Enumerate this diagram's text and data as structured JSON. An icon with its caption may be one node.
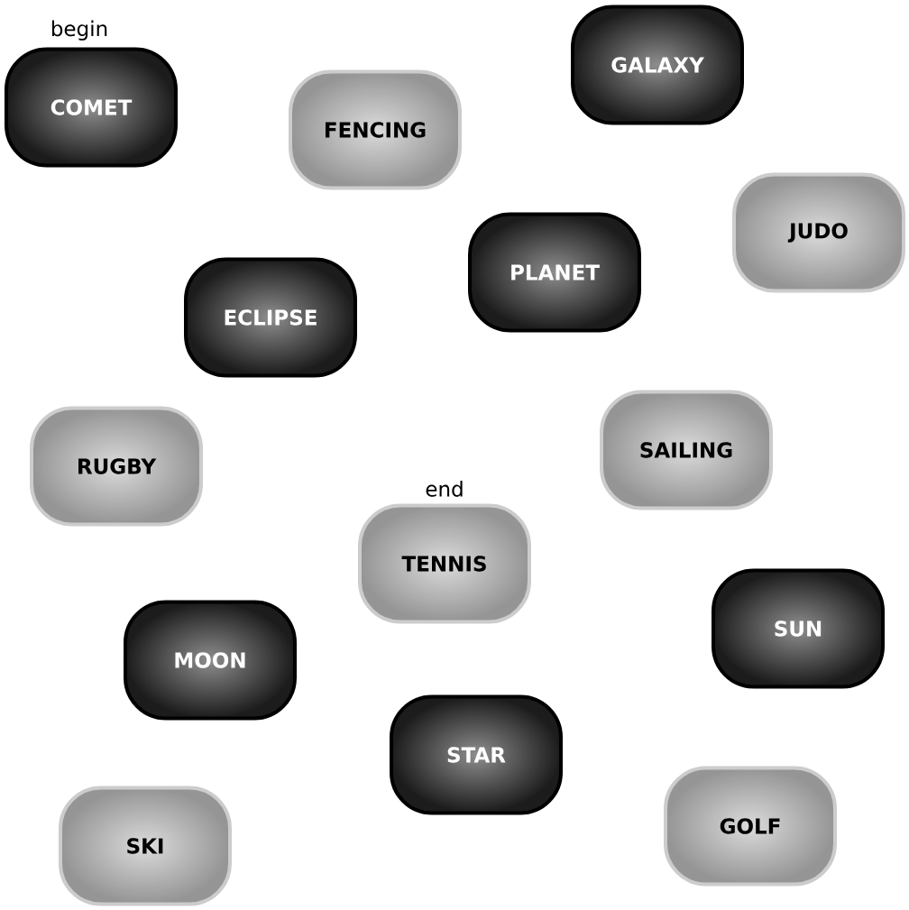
{
  "diagram": {
    "nodes": [
      {
        "text": [
          "GALAXY"
        ]
      },
      {
        "text": [
          "COMET"
        ],
        "beside": [
          "begin"
        ]
      },
      {
        "text": [
          "FENCING"
        ]
      },
      {
        "text": [
          "JUDO"
        ]
      },
      {
        "text": [
          "PLANET"
        ]
      },
      {
        "text": [
          "ECLIPSE"
        ]
      },
      {
        "text": [
          "SAILING"
        ]
      },
      {
        "text": [
          "RUGBY"
        ]
      },
      {
        "text": [
          "TENNIS"
        ],
        "beside": [
          "end"
        ]
      },
      {
        "text": [
          "SUN"
        ]
      },
      {
        "text": [
          "MOON"
        ]
      },
      {
        "text": [
          "STAR"
        ]
      },
      {
        "text": [
          "GOLF"
        ]
      },
      {
        "text": [
          "SKI"
        ]
      }
    ]
  }
}
